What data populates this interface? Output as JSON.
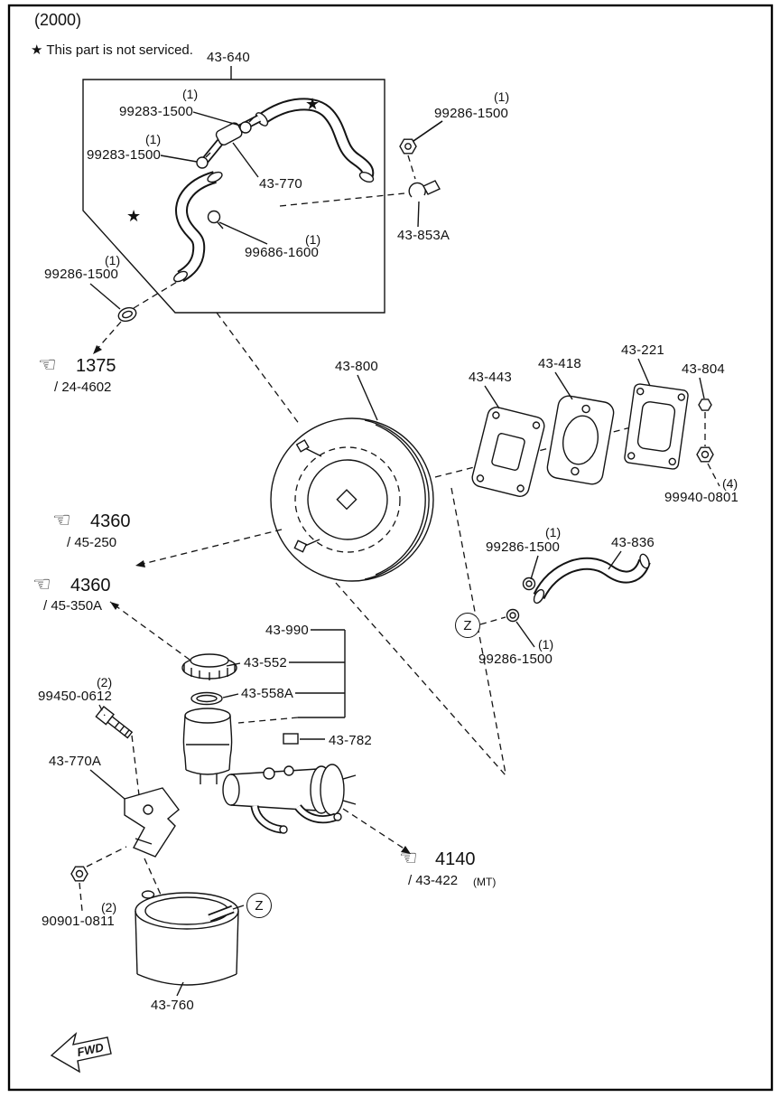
{
  "page": {
    "year": "(2000)",
    "note": "This part is not serviced.",
    "z_marker": "Z",
    "fwd_label": "FWD"
  },
  "icons": {
    "star": "★",
    "hand": "☜"
  },
  "parts": {
    "hose_assembly": "43-640",
    "clamp_upper_qty": "(1)",
    "clamp_upper": "99283-1500",
    "clamp_lower_qty": "(1)",
    "clamp_lower": "99283-1500",
    "check_valve": "43-770",
    "nut_top_right_qty": "(1)",
    "nut_top_right": "99286-1500",
    "clip": "43-853A",
    "clamp_hose_qty": "(1)",
    "clamp_hose": "99686-1600",
    "clamp_left_qty": "(1)",
    "clamp_left": "99286-1500",
    "booster": "43-800",
    "gasket_443": "43-443",
    "plate_418": "43-418",
    "spacer_221": "43-221",
    "nut_804": "43-804",
    "nut_940_qty": "(4)",
    "nut_940": "99940-0801",
    "clamp_hose2_qty": "(1)",
    "clamp_hose2": "99286-1500",
    "vacuum_hose": "43-836",
    "clamp_hose3_qty": "(1)",
    "clamp_hose3": "99286-1500",
    "reservoir_assembly": "43-990",
    "reservoir_cap": "43-552",
    "cap_gasket": "43-558A",
    "bolt_qty": "(2)",
    "bolt": "99450-0612",
    "master_cylinder": "43-782",
    "bracket": "43-770A",
    "nut_low_qty": "(2)",
    "nut_low": "90901-0811",
    "tank": "43-760"
  },
  "references": {
    "ref_1375": {
      "num": "1375",
      "sub": "/ 24-4602"
    },
    "ref_4360_a": {
      "num": "4360",
      "sub": "/ 45-250"
    },
    "ref_4360_b": {
      "num": "4360",
      "sub": "/ 45-350A"
    },
    "ref_4140": {
      "num": "4140",
      "sub": "/ 43-422",
      "trans": "(MT)"
    }
  }
}
